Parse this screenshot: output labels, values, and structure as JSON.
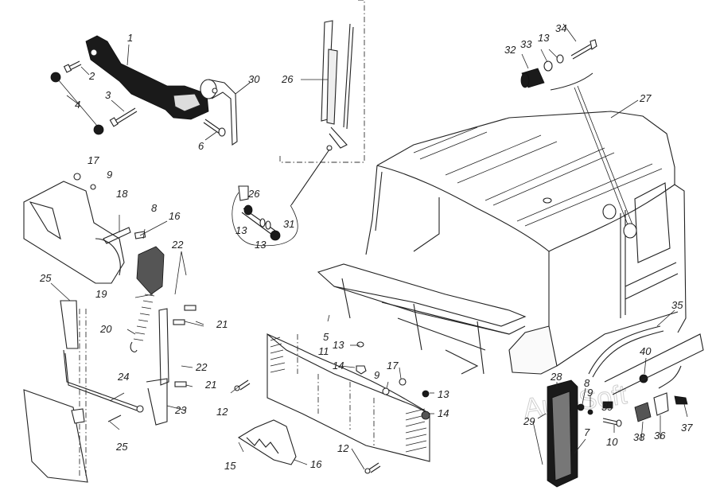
{
  "diagram": {
    "title": "Truck cab exploded view — cab mounting, hood support, mud flaps, front panel",
    "watermark": "AutoSoft",
    "callouts": [
      {
        "id": "c1",
        "text": "1"
      },
      {
        "id": "c2",
        "text": "2"
      },
      {
        "id": "c3",
        "text": "3"
      },
      {
        "id": "c4",
        "text": "4"
      },
      {
        "id": "c6",
        "text": "6"
      },
      {
        "id": "c30",
        "text": "30"
      },
      {
        "id": "c26a",
        "text": "26"
      },
      {
        "id": "c26b",
        "text": "26"
      },
      {
        "id": "c13a",
        "text": "13"
      },
      {
        "id": "c13b",
        "text": "13"
      },
      {
        "id": "c31",
        "text": "31"
      },
      {
        "id": "c32",
        "text": "32"
      },
      {
        "id": "c33",
        "text": "33"
      },
      {
        "id": "c13c",
        "text": "13"
      },
      {
        "id": "c34",
        "text": "34"
      },
      {
        "id": "c27",
        "text": "27"
      },
      {
        "id": "c17a",
        "text": "17"
      },
      {
        "id": "c9a",
        "text": "9"
      },
      {
        "id": "c18",
        "text": "18"
      },
      {
        "id": "c8a",
        "text": "8"
      },
      {
        "id": "c16a",
        "text": "16"
      },
      {
        "id": "c19",
        "text": "19"
      },
      {
        "id": "c22a",
        "text": "22"
      },
      {
        "id": "c25a",
        "text": "25"
      },
      {
        "id": "c20",
        "text": "20"
      },
      {
        "id": "c21a",
        "text": "21"
      },
      {
        "id": "c22b",
        "text": "22"
      },
      {
        "id": "c21b",
        "text": "21"
      },
      {
        "id": "c24",
        "text": "24"
      },
      {
        "id": "c23",
        "text": "23"
      },
      {
        "id": "c25b",
        "text": "25"
      },
      {
        "id": "c12a",
        "text": "12"
      },
      {
        "id": "c5",
        "text": "5"
      },
      {
        "id": "c13d",
        "text": "13"
      },
      {
        "id": "c11",
        "text": "11"
      },
      {
        "id": "c14a",
        "text": "14"
      },
      {
        "id": "c9b",
        "text": "9"
      },
      {
        "id": "c17b",
        "text": "17"
      },
      {
        "id": "c13e",
        "text": "13"
      },
      {
        "id": "c14b",
        "text": "14"
      },
      {
        "id": "c15",
        "text": "15"
      },
      {
        "id": "c16b",
        "text": "16"
      },
      {
        "id": "c12b",
        "text": "12"
      },
      {
        "id": "c28",
        "text": "28"
      },
      {
        "id": "c8b",
        "text": "8"
      },
      {
        "id": "c9c",
        "text": "9"
      },
      {
        "id": "c39",
        "text": "39"
      },
      {
        "id": "c29",
        "text": "29"
      },
      {
        "id": "c7",
        "text": "7"
      },
      {
        "id": "c10",
        "text": "10"
      },
      {
        "id": "c38",
        "text": "38"
      },
      {
        "id": "c36",
        "text": "36"
      },
      {
        "id": "c37",
        "text": "37"
      },
      {
        "id": "c40",
        "text": "40"
      },
      {
        "id": "c35",
        "text": "35"
      }
    ]
  }
}
